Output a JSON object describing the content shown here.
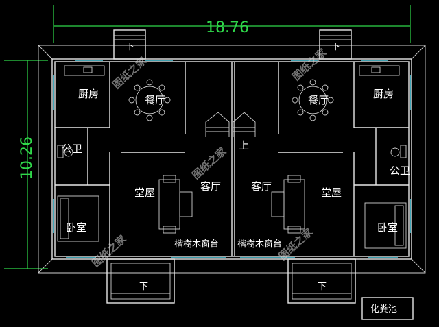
{
  "dimensions": {
    "width_label": "18.76",
    "depth_label": "10.26"
  },
  "rooms": {
    "kitchen_left": "厨房",
    "kitchen_right": "厨房",
    "dining_left": "餐厅",
    "dining_right": "餐厅",
    "bath_left": "公卫",
    "bath_right": "公卫",
    "hall_left": "堂屋",
    "hall_right": "堂屋",
    "living_left": "客厅",
    "living_right": "客厅",
    "bedroom_left": "卧室",
    "bedroom_right": "卧室",
    "septic_tank": "化粪池"
  },
  "annotations": {
    "stairs_top_left": "下",
    "stairs_top_right": "下",
    "stairs_bottom_left": "下",
    "stairs_bottom_right": "下",
    "stairs_up": "上",
    "window_sill_left": "楷樹木窗台",
    "window_sill_right": "楷樹木窗台"
  },
  "watermark": "图纸之家",
  "colors": {
    "background": "#000000",
    "walls": "#e8e8e8",
    "windows": "#4fd0e6",
    "dimension": "#2fd84a"
  }
}
